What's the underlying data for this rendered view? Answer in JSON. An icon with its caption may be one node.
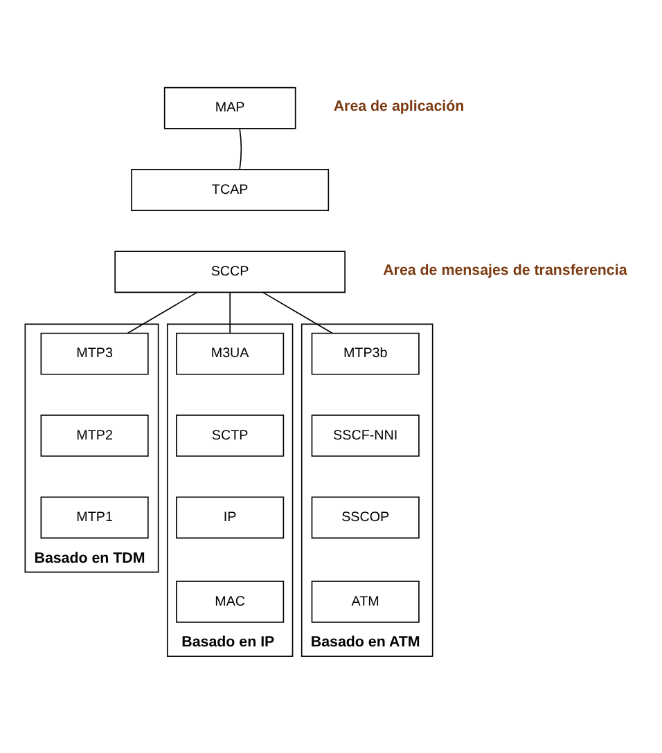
{
  "diagram": {
    "nodes": [
      {
        "text": [
          "MAP"
        ]
      },
      {
        "text": [
          "TCAP"
        ]
      },
      {
        "text": [
          "SCCP"
        ]
      },
      {
        "text": [
          "Basado en TDM"
        ]
      },
      {
        "text": [
          "MTP3"
        ],
        "in": 3
      },
      {
        "text": [
          "MTP2"
        ],
        "in": 3
      },
      {
        "text": [
          "MTP1"
        ],
        "in": 3
      },
      {
        "text": [
          "Basado en IP"
        ]
      },
      {
        "text": [
          "M3UA"
        ],
        "in": 7
      },
      {
        "text": [
          "SCTP"
        ],
        "in": 7
      },
      {
        "text": [
          "IP"
        ],
        "in": 7
      },
      {
        "text": [
          "MAC"
        ],
        "in": 7
      },
      {
        "text": [
          "Basado en ATM"
        ]
      },
      {
        "text": [
          "MTP3b"
        ],
        "in": 12
      },
      {
        "text": [
          "SSCF-NNI"
        ],
        "in": 12
      },
      {
        "text": [
          "SSCOP"
        ],
        "in": 12
      },
      {
        "text": [
          "ATM"
        ],
        "in": 12
      }
    ],
    "edges": [
      {
        "from": 0,
        "to": 1,
        "arrow": "none"
      },
      {
        "from": 2,
        "to": 4,
        "arrow": "none"
      },
      {
        "from": 2,
        "to": 8,
        "arrow": "none"
      },
      {
        "from": 2,
        "to": 13,
        "arrow": "none"
      }
    ],
    "labels": [
      "Area de aplicación",
      "Area de mensajes de transferencia"
    ]
  }
}
